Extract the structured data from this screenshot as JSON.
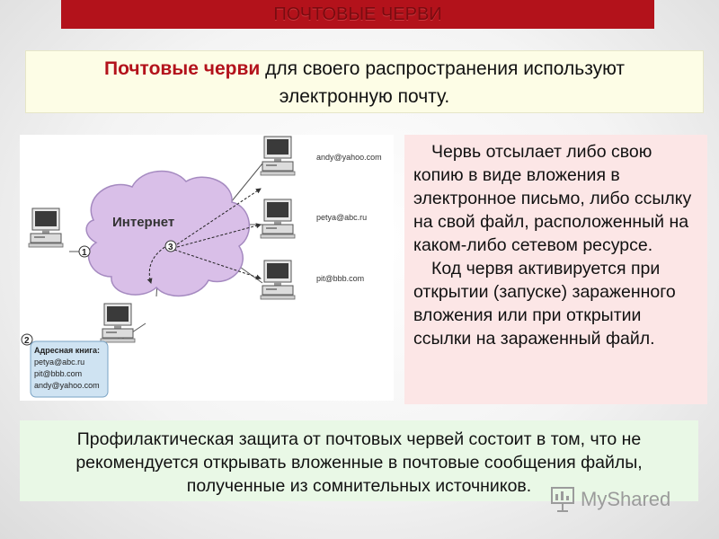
{
  "slide": {
    "title": "ПОЧТОВЫЕ ЧЕРВИ",
    "intro": {
      "highlight": "Почтовые черви",
      "line1_rest": " для своего распространения используют",
      "line2": "электронную почту."
    },
    "description": {
      "paragraph1": "Червь отсылает либо свою копию в виде вложения в электронное письмо, либо ссылку на свой файл, расположенный на каком-либо сетевом ресурсе.",
      "paragraph2": "Код червя активируется при открытии (запуске) зараженного вложения или при открытии ссылки на зараженный файл."
    },
    "protection": "Профилактическая защита от почтовых червей состоит в том, что не рекомендуется открывать вложенные в почтовые сообщения файлы, полученные из сомнительных источников.",
    "watermark": "MyShared"
  },
  "diagram": {
    "cloud_label": "Интернет",
    "steps": [
      "1",
      "2",
      "3"
    ],
    "emails": [
      "andy@yahoo.com",
      "petya@abc.ru",
      "pit@bbb.com"
    ],
    "address_book": {
      "title": "Адресная книга:",
      "entries": [
        "petya@abc.ru",
        "pit@bbb.com",
        "andy@yahoo.com"
      ]
    }
  },
  "colors": {
    "title_bar": "#b3121b",
    "accent_text": "#b3121b",
    "cloud_fill": "#d9bfe8",
    "address_book_fill": "#cfe3f2"
  }
}
